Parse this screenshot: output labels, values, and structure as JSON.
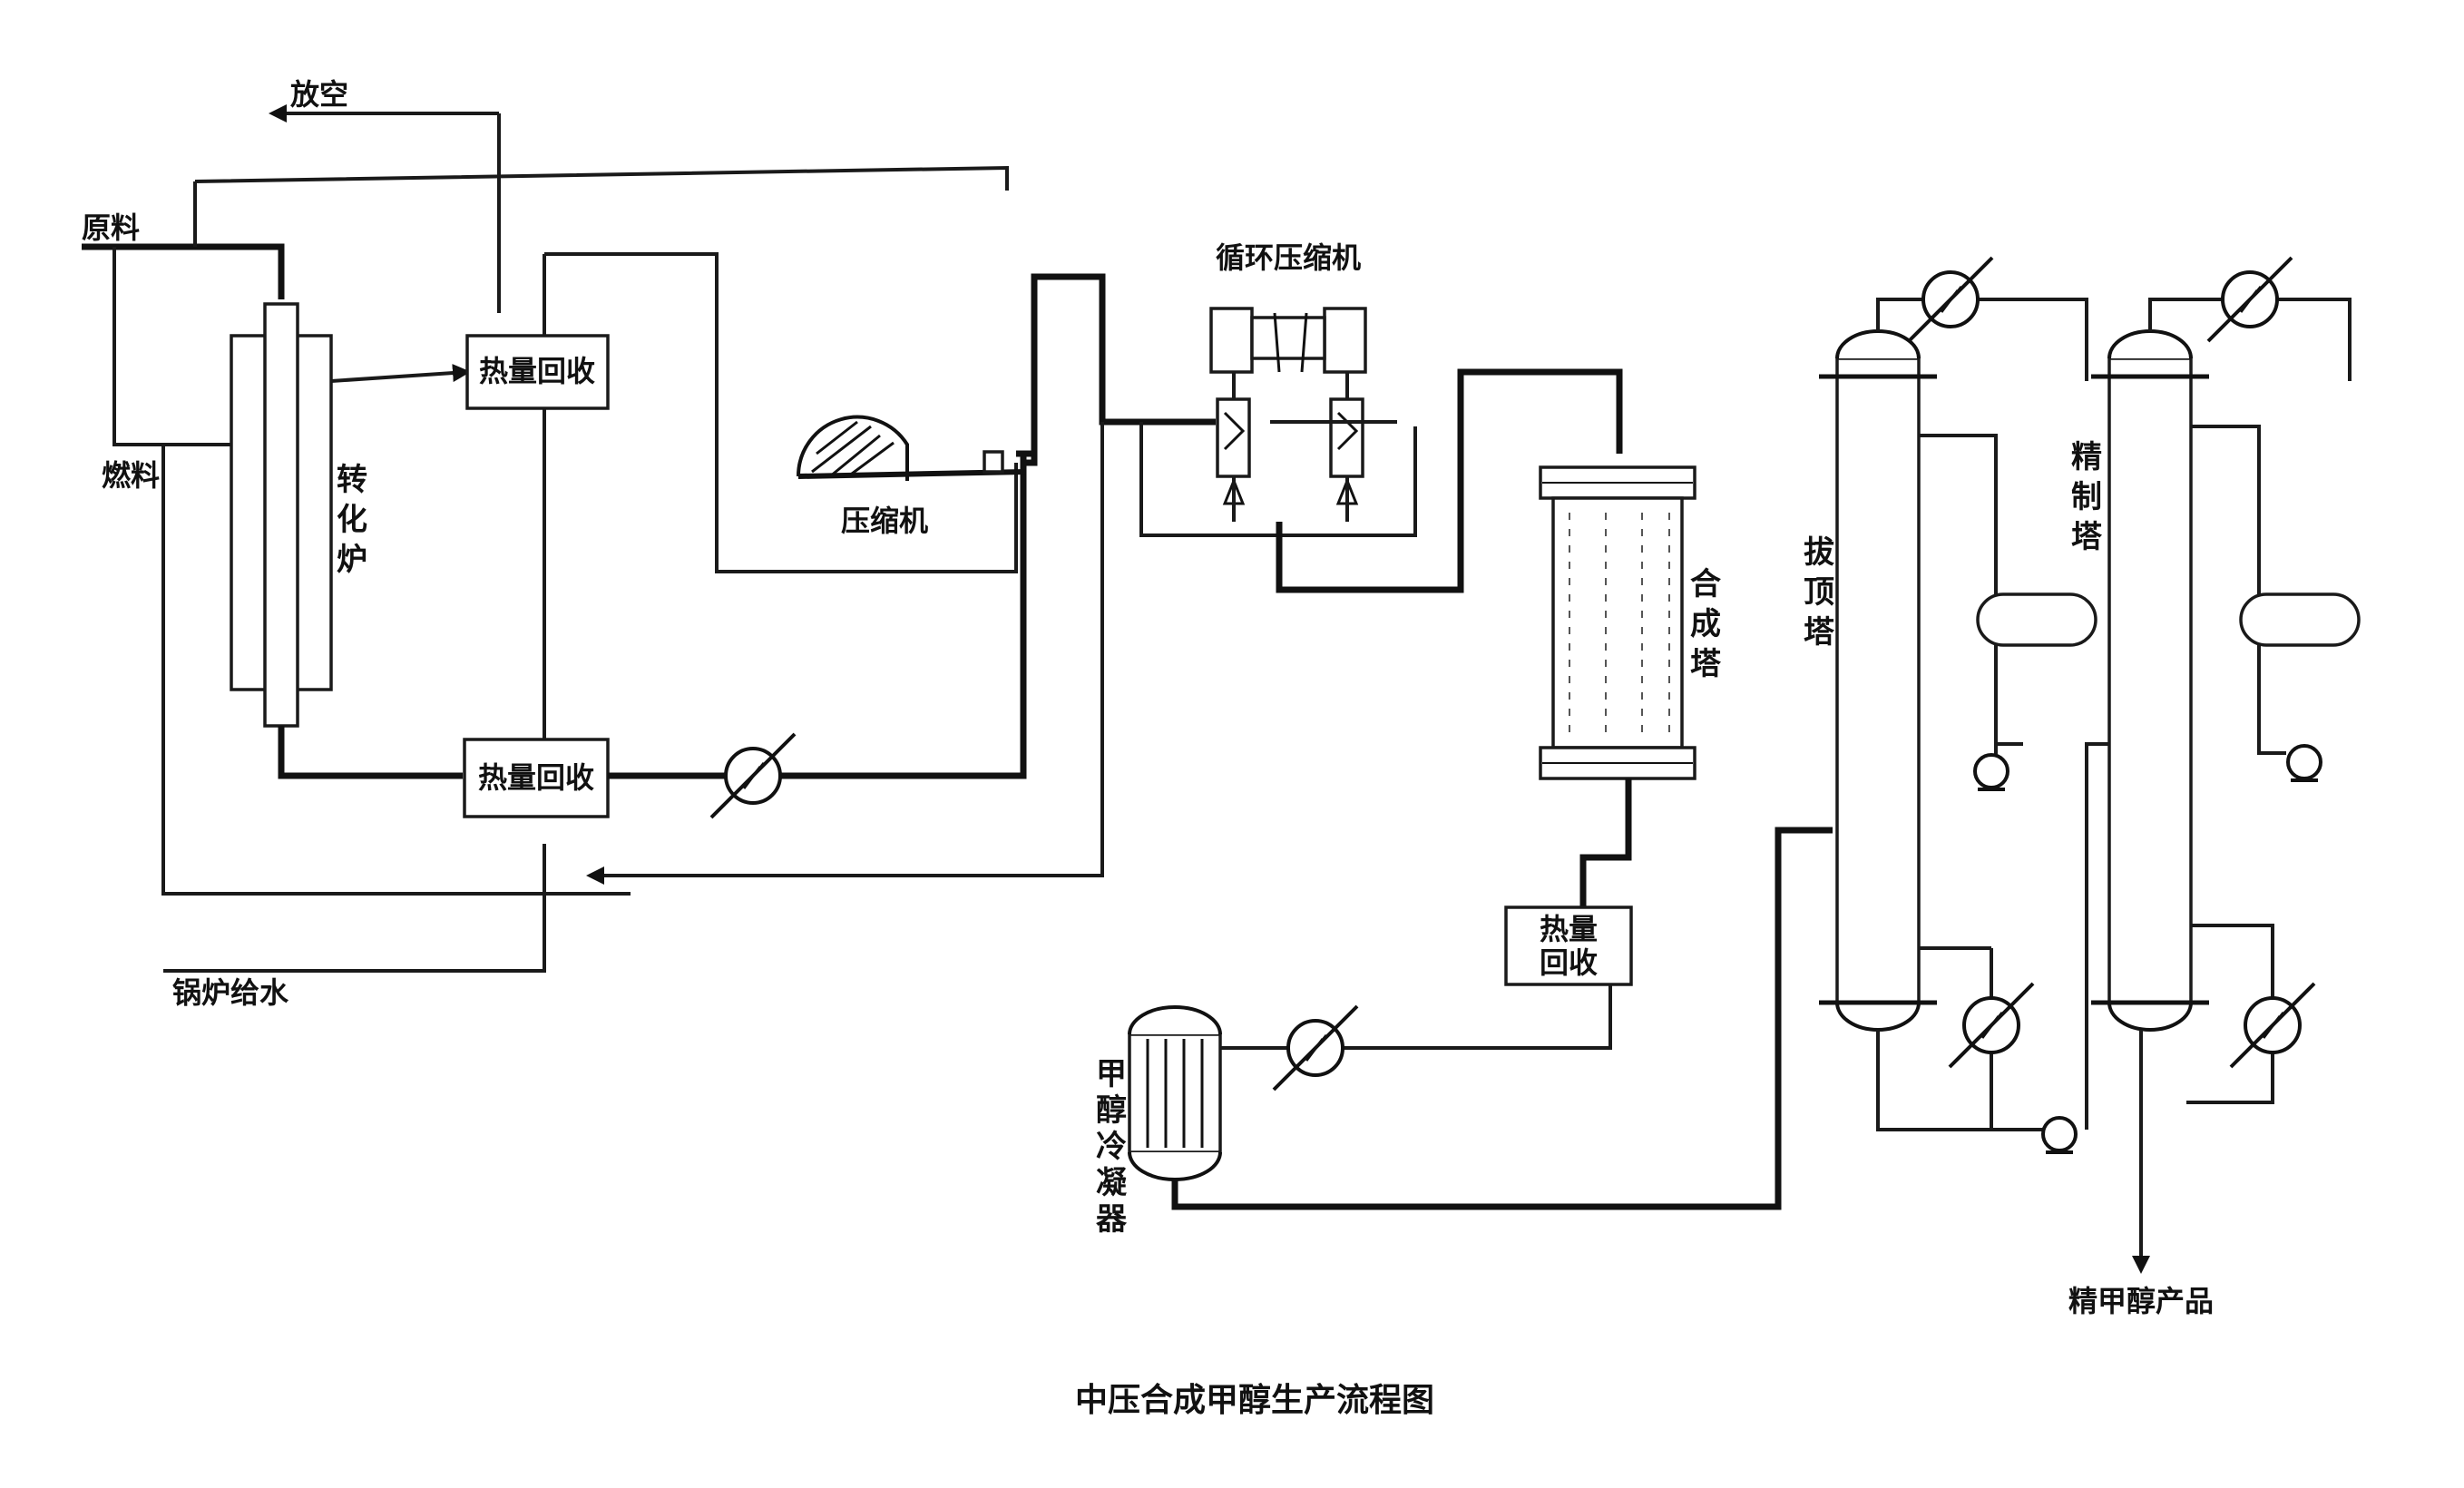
{
  "caption": "中压合成甲醇生产流程图",
  "labels": {
    "vent": "放空",
    "feed": "原料",
    "fuel": "燃料",
    "reformer": "转化炉",
    "heat_recovery_top": "热量回收",
    "heat_recovery_bottom": "热量回收",
    "compressor": "压缩机",
    "recycle_compressor": "循环压缩机",
    "synthesis_tower": "合成塔",
    "heat_recovery_right_1": "热量",
    "heat_recovery_right_2": "回收",
    "methanol_condenser": "甲醇冷凝器",
    "boiler_feed_water": "锅炉给水",
    "topping_tower": "拔顶塔",
    "refining_tower": "精制塔",
    "product": "精甲醇产品"
  }
}
